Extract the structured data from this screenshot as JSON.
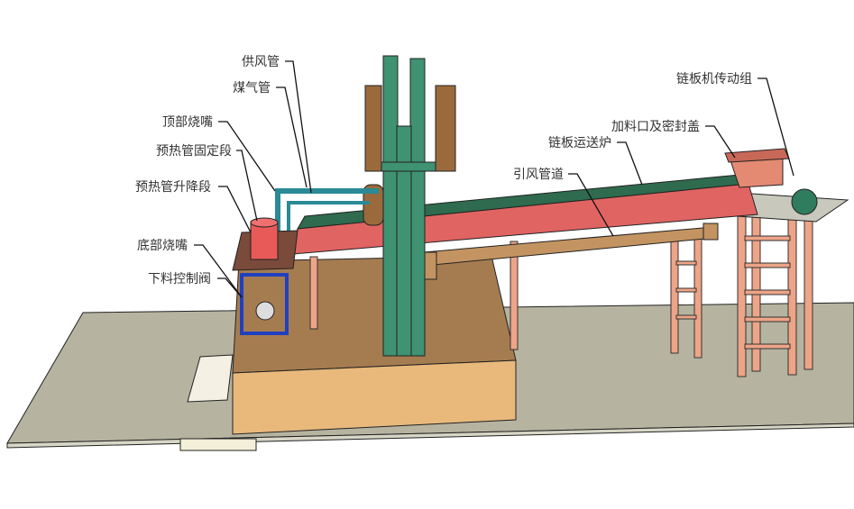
{
  "labels": {
    "air_supply_pipe": "供风管",
    "gas_pipe": "煤气管",
    "top_burner": "顶部烧嘴",
    "preheat_pipe_fixed": "预热管固定段",
    "preheat_pipe_lifting": "预热管升降段",
    "bottom_burner": "底部烧嘴",
    "discharge_control_valve": "下料控制阀",
    "chain_drive_group": "链板机传动组",
    "feed_inlet_and_cover": "加料口及密封盖",
    "chain_conveyor_furnace": "链板运送炉",
    "induced_draft_duct": "引风管道"
  },
  "colors": {
    "floor": "#b6b4a0",
    "block_top": "#a57c50",
    "block_front": "#e9b97c",
    "tower": "#3f9272",
    "conveyor": "#e06462",
    "conveyor_top": "#2f6b4e",
    "duct": "#c39461",
    "ladder": "#eea487",
    "frame": "#2a8a96",
    "valve_frame": "#2040c0"
  }
}
